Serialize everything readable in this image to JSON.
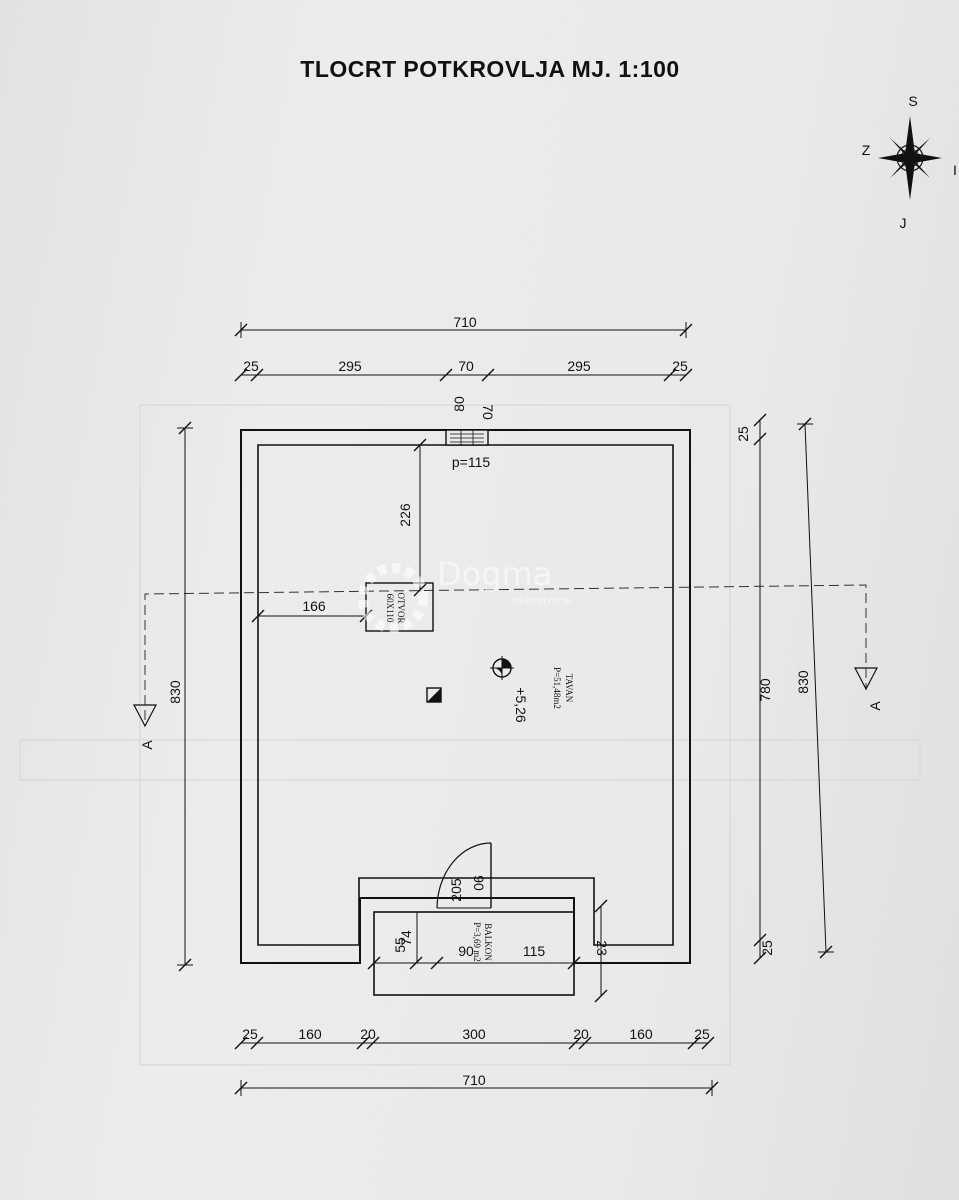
{
  "title": "TLOCRT POTKROVLJA MJ. 1:100",
  "compass": {
    "n": "S",
    "s": "J",
    "w": "Z",
    "e": "I"
  },
  "dims_top": {
    "overall": "710",
    "left_wall": "25",
    "left_span": "295",
    "opening": "70",
    "right_span": "295",
    "right_wall": "25"
  },
  "dims_bottom": {
    "left_wall": "25",
    "left_span": "160",
    "left_pier": "20",
    "balcony": "300",
    "right_pier": "20",
    "right_span": "160",
    "right_wall": "25",
    "overall": "710"
  },
  "dims_left": {
    "overall": "830"
  },
  "dims_right": {
    "top_wall": "25",
    "inner": "780",
    "bottom_wall": "25",
    "overall": "830"
  },
  "window": {
    "w": "70",
    "h": "80",
    "sill": "p=115",
    "offset": "226"
  },
  "hatch": {
    "label": "OTVOR",
    "size": "60X110",
    "offset": "166"
  },
  "room": {
    "name": "TAVAN",
    "area": "P=51,48m2",
    "elevation": "+5,26"
  },
  "balcony": {
    "name": "BALKON",
    "area": "P=3,69 m2",
    "door_w": "90",
    "door_h": "205",
    "d1": "55",
    "d2": "74",
    "d3": "90",
    "d4": "115",
    "d5": "23"
  },
  "section": {
    "left": "A",
    "right": "A"
  },
  "watermark": {
    "brand": "Dogma",
    "sub": "nekretnine"
  }
}
